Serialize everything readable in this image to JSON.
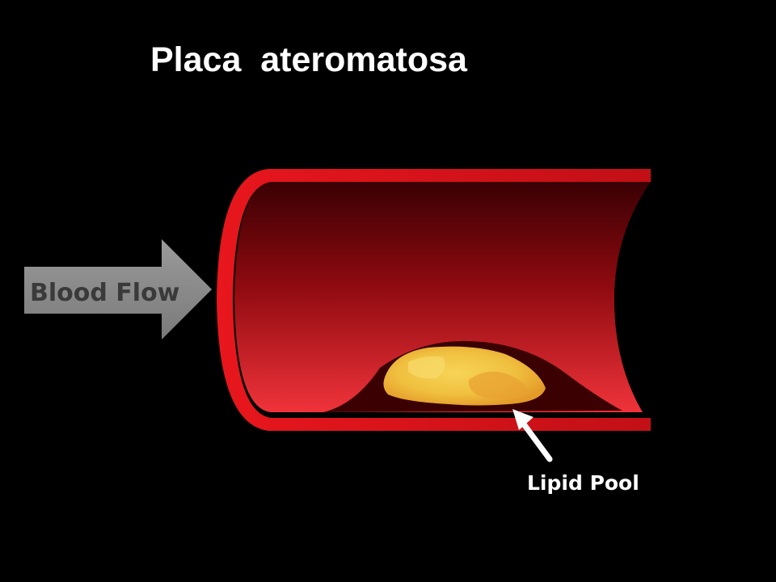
{
  "slide": {
    "title": "Placa  ateromatosa"
  },
  "diagram": {
    "flow_label": "Blood Flow",
    "plaque_label": "Lipid Pool"
  },
  "colors": {
    "background": "#000000",
    "vessel_wall": "#d4141b",
    "vessel_interior_dark": "#4a0004",
    "vessel_interior_light": "#f02a30",
    "plaque_shell": "#3a0002",
    "lipid": "#f4c542",
    "arrow_flow": "#8c8c8c",
    "arrow_pointer": "#ffffff"
  }
}
